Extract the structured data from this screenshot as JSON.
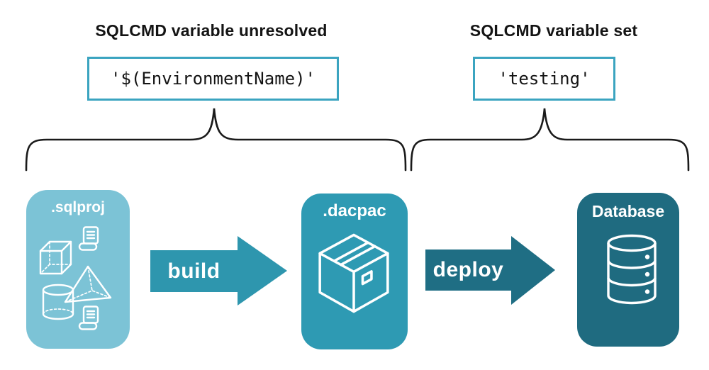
{
  "diagram": {
    "title_context": "SQLCMD variable resolution during SQL project build and deploy",
    "annotations": {
      "left": {
        "title": "SQLCMD variable unresolved",
        "value": "'$(EnvironmentName)'"
      },
      "right": {
        "title": "SQLCMD variable set",
        "value": "'testing'"
      }
    },
    "pipeline": {
      "stages": [
        {
          "label": ".sqlproj",
          "icon": "sql-objects-icon",
          "color": "#7CC3D6"
        },
        {
          "label": ".dacpac",
          "icon": "package-box-icon",
          "color": "#2E9AB3"
        },
        {
          "label": "Database",
          "icon": "database-cylinder-icon",
          "color": "#1F6B80"
        }
      ],
      "arrows": [
        {
          "label": "build",
          "color": "#2E96AE"
        },
        {
          "label": "deploy",
          "color": "#1F6E84"
        }
      ]
    },
    "colors": {
      "background": "#FFFFFF",
      "value_box_border": "#3BA4C0",
      "heading_text": "#141414",
      "brace_stroke": "#1A1A1A",
      "icon_stroke": "#FFFFFF"
    }
  }
}
